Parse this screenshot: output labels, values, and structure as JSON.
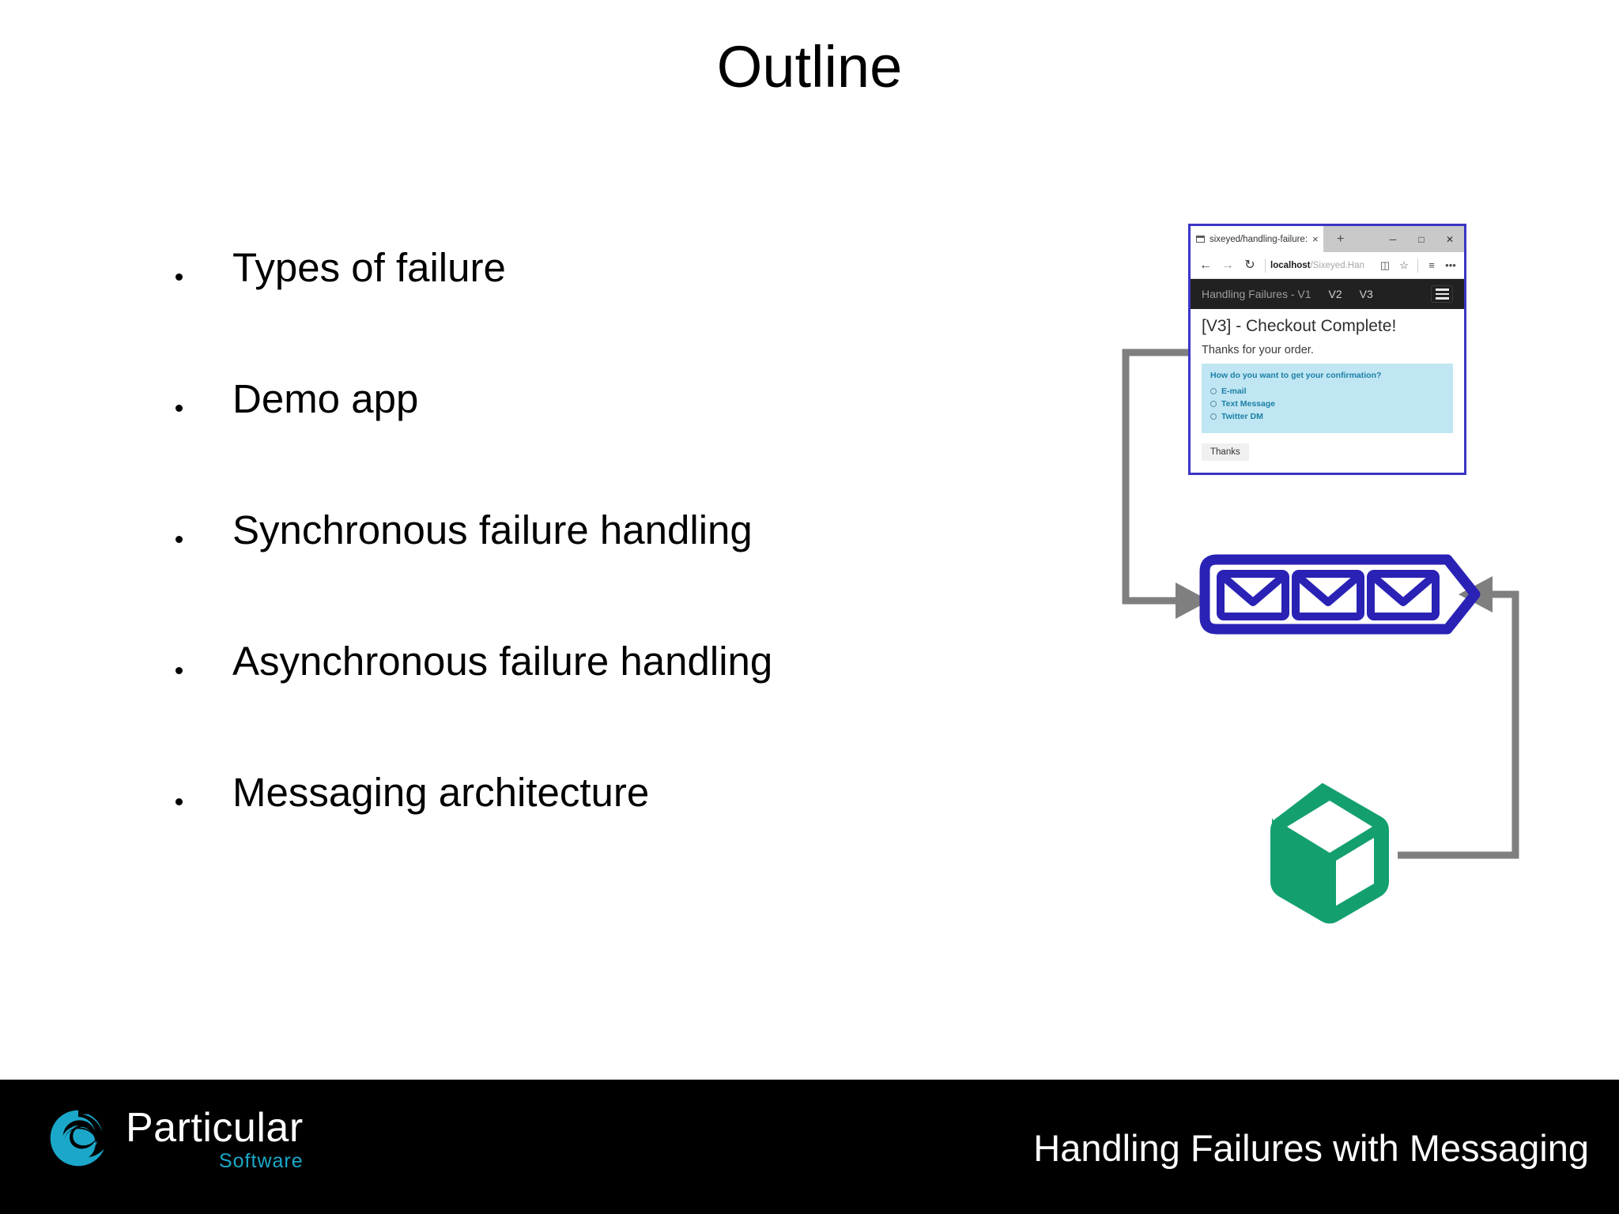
{
  "slide": {
    "title": "Outline",
    "bullets": [
      {
        "label": "Types of failure"
      },
      {
        "label": "Demo app"
      },
      {
        "label": "Synchronous failure handling"
      },
      {
        "label": "Asynchronous failure handling"
      },
      {
        "label": "Messaging architecture"
      }
    ]
  },
  "browser": {
    "tab": {
      "title": "sixeyed/handling-failure:",
      "close_label": "×",
      "favicon_name": "page-icon"
    },
    "new_tab_label": "+",
    "window_controls": {
      "minimize": "─",
      "maximize": "□",
      "close": "✕"
    },
    "nav": {
      "back": "←",
      "forward": "→",
      "refresh": "↻",
      "reading_view": "◫",
      "favorite": "☆",
      "hub": "≡",
      "more": "•••"
    },
    "address": {
      "host": "localhost",
      "path": "/Sixeyed.Han"
    },
    "site_nav": {
      "brand": "Handling Failures - V1",
      "links": [
        "V2",
        "V3"
      ],
      "menu_icon_name": "hamburger-icon"
    },
    "page": {
      "heading": "[V3] - Checkout Complete!",
      "paragraph": "Thanks for your order.",
      "panel_question": "How do you want to get your confirmation?",
      "options": [
        "E-mail",
        "Text Message",
        "Twitter DM"
      ],
      "submit_label": "Thanks"
    }
  },
  "diagram": {
    "queue_icon_name": "message-queue-icon",
    "queue_message_count": 3,
    "service_icon_name": "service-cube-icon",
    "colors": {
      "queue_blue": "#2a22b5",
      "service_green": "#14a06e",
      "arrow_gray": "#7f7f7f",
      "browser_border": "#3b36c4",
      "panel_blue": "#bfe6f2",
      "panel_text_blue": "#1c7fa8",
      "nav_dark": "#212121"
    }
  },
  "footer": {
    "brand_name": "Particular",
    "brand_sub": "Software",
    "logo_icon_name": "particular-swirl-logo",
    "deck_title": "Handling Failures with Messaging",
    "background": "#000000",
    "accent": "#1ba7c9"
  }
}
